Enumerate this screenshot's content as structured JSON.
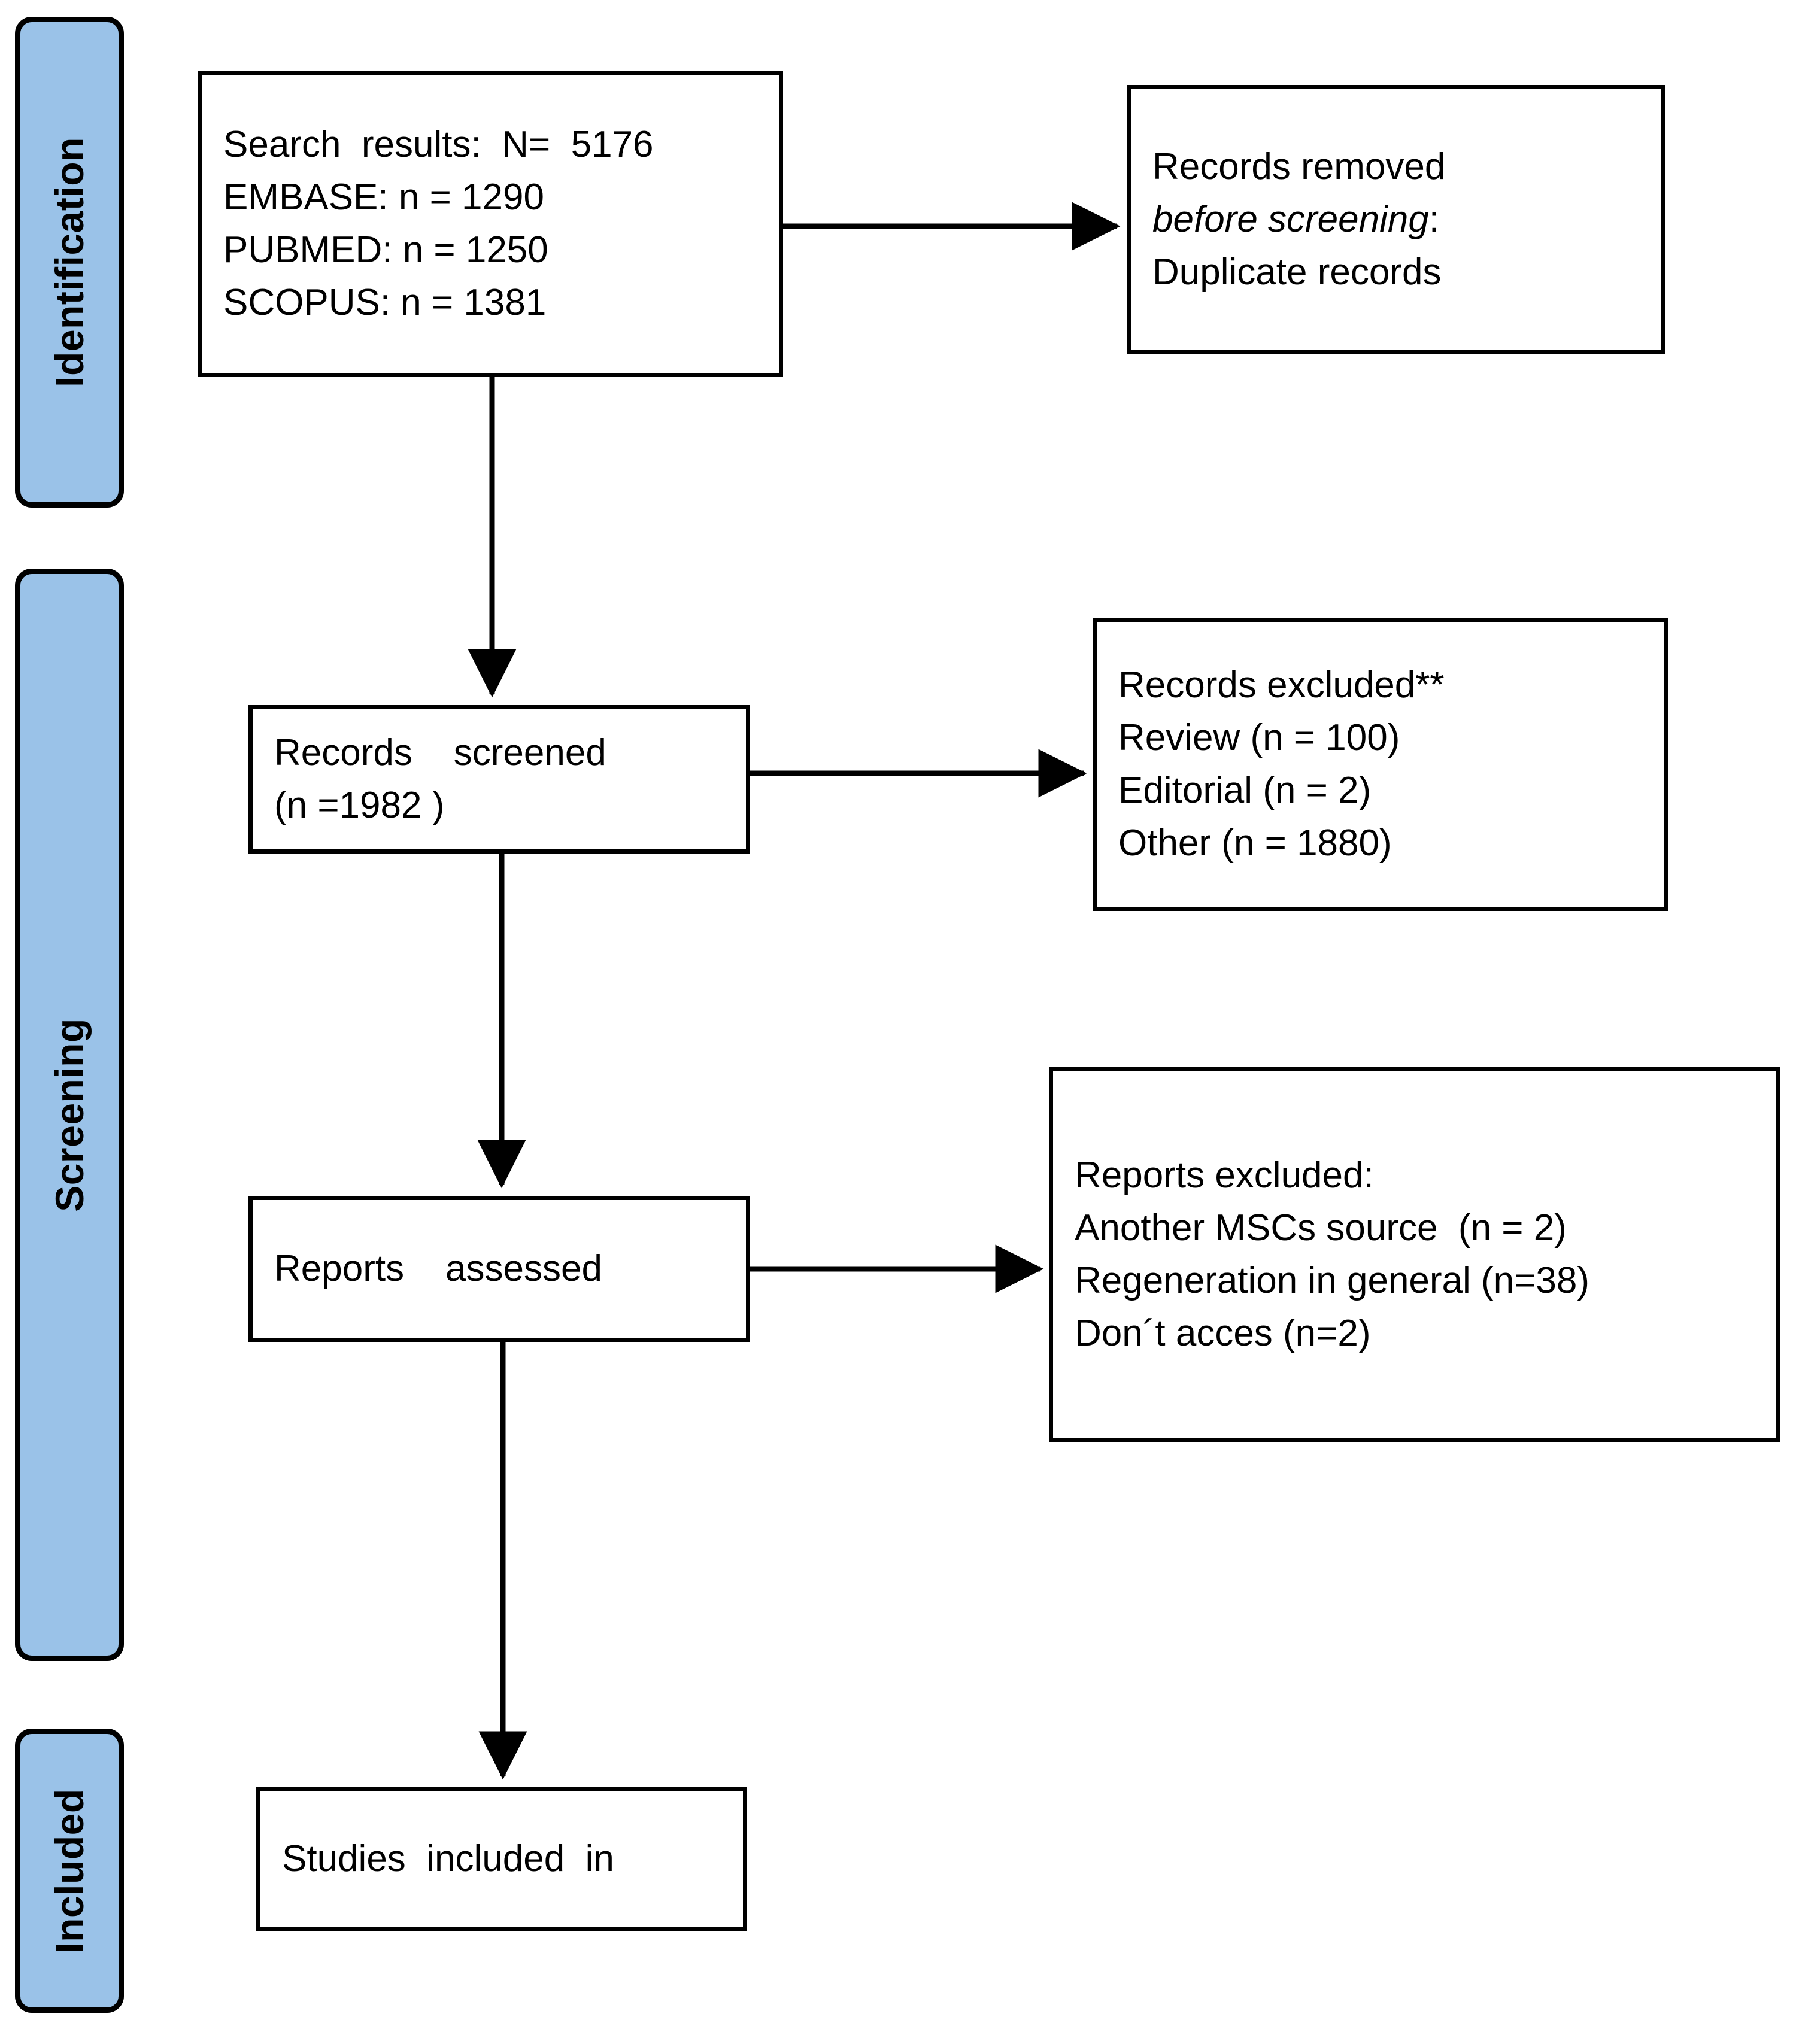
{
  "diagram": {
    "title": "PRISMA flow diagram",
    "accent_color": "#9AC2E8",
    "line_color": "#000000",
    "background": "#ffffff"
  },
  "phases": [
    {
      "id": "identification",
      "label": "Identification"
    },
    {
      "id": "screening",
      "label": "Screening"
    },
    {
      "id": "included",
      "label": "Included"
    }
  ],
  "boxes": {
    "search_results": {
      "lines": [
        "Search  results:  N=  5176",
        "EMBASE: n = 1290",
        "PUBMED: n = 1250",
        "SCOPUS: n = 1381"
      ]
    },
    "records_removed": {
      "line1": "Records removed",
      "line2_italic": "before screening",
      "line2_tail": ":",
      "line3": "Duplicate records"
    },
    "records_screened": {
      "lines": [
        "Records    screened",
        "(n =1982 )"
      ]
    },
    "records_excluded": {
      "lines": [
        "Records excluded**",
        "Review (n = 100)",
        "Editorial (n = 2)",
        "Other (n = 1880)"
      ]
    },
    "reports_assessed": {
      "lines": [
        "Reports    assessed"
      ]
    },
    "reports_excluded": {
      "lines": [
        "Reports excluded:",
        "Another MSCs source  (n = 2)",
        "Regeneration in general (n=38)",
        "Don´t acces (n=2)"
      ]
    },
    "studies_included": {
      "lines": [
        "Studies  included  in"
      ]
    }
  },
  "chart_data": {
    "type": "diagram",
    "title": "PRISMA 2020 flow diagram",
    "phases": [
      "Identification",
      "Screening",
      "Included"
    ],
    "nodes": [
      {
        "id": "search_results",
        "phase": "Identification",
        "label": "Search results",
        "total": 5176,
        "sources": [
          {
            "name": "EMBASE",
            "n": 1290
          },
          {
            "name": "PUBMED",
            "n": 1250
          },
          {
            "name": "SCOPUS",
            "n": 1381
          }
        ]
      },
      {
        "id": "records_removed",
        "phase": "Identification",
        "label": "Records removed before screening: Duplicate records"
      },
      {
        "id": "records_screened",
        "phase": "Screening",
        "label": "Records screened",
        "n": 1982
      },
      {
        "id": "records_excluded",
        "phase": "Screening",
        "label": "Records excluded**",
        "reasons": [
          {
            "name": "Review",
            "n": 100
          },
          {
            "name": "Editorial",
            "n": 2
          },
          {
            "name": "Other",
            "n": 1880
          }
        ]
      },
      {
        "id": "reports_assessed",
        "phase": "Screening",
        "label": "Reports assessed"
      },
      {
        "id": "reports_excluded",
        "phase": "Screening",
        "label": "Reports excluded:",
        "reasons": [
          {
            "name": "Another MSCs source",
            "n": 2
          },
          {
            "name": "Regeneration in general",
            "n": 38
          },
          {
            "name": "Don´t acces",
            "n": 2
          }
        ]
      },
      {
        "id": "studies_included",
        "phase": "Included",
        "label": "Studies included in"
      }
    ],
    "edges": [
      {
        "from": "search_results",
        "to": "records_removed",
        "direction": "right"
      },
      {
        "from": "search_results",
        "to": "records_screened",
        "direction": "down"
      },
      {
        "from": "records_screened",
        "to": "records_excluded",
        "direction": "right"
      },
      {
        "from": "records_screened",
        "to": "reports_assessed",
        "direction": "down"
      },
      {
        "from": "reports_assessed",
        "to": "reports_excluded",
        "direction": "right"
      },
      {
        "from": "reports_assessed",
        "to": "studies_included",
        "direction": "down"
      }
    ]
  }
}
